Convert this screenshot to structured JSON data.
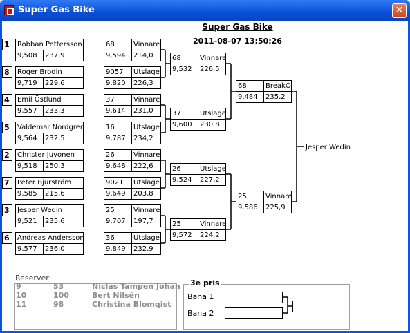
{
  "window": {
    "title": "Super Gas Bike",
    "close_glyph": "✕"
  },
  "header": {
    "title": "Super Gas Bike",
    "datetime": "2011-08-07 13:50:26"
  },
  "round1": [
    {
      "seed": "1",
      "name": "Robban Pettersson",
      "v1": "9,508",
      "v2": "237,9"
    },
    {
      "seed": "8",
      "name": "Roger Brodin",
      "v1": "9,719",
      "v2": "229,6"
    },
    {
      "seed": "4",
      "name": "Emil Östlund",
      "v1": "9,557",
      "v2": "233,3"
    },
    {
      "seed": "5",
      "name": "Valdemar Nordgren",
      "v1": "9,564",
      "v2": "232,5"
    },
    {
      "seed": "2",
      "name": "Christer Juvonen",
      "v1": "9,518",
      "v2": "250,3"
    },
    {
      "seed": "7",
      "name": "Peter Bjurström",
      "v1": "9,585",
      "v2": "215,6"
    },
    {
      "seed": "3",
      "name": "Jesper Wedin",
      "v1": "9,521",
      "v2": "235,6"
    },
    {
      "seed": "6",
      "name": "Andreas Andersson",
      "v1": "9,577",
      "v2": "236,0"
    }
  ],
  "round2": [
    {
      "num": "68",
      "status": "Vinnare",
      "v1": "9,594",
      "v2": "214,0"
    },
    {
      "num": "9057",
      "status": "Utslagen",
      "v1": "9,820",
      "v2": "226,3"
    },
    {
      "num": "37",
      "status": "Vinnare",
      "v1": "9,614",
      "v2": "231,0"
    },
    {
      "num": "16",
      "status": "Utslagen",
      "v1": "9,787",
      "v2": "234,2"
    },
    {
      "num": "26",
      "status": "Vinnare",
      "v1": "9,648",
      "v2": "222,6"
    },
    {
      "num": "9021",
      "status": "Utslagen",
      "v1": "9,649",
      "v2": "203,8"
    },
    {
      "num": "25",
      "status": "Vinnare",
      "v1": "9,707",
      "v2": "197,7"
    },
    {
      "num": "36",
      "status": "Utslagen",
      "v1": "9,849",
      "v2": "232,9"
    }
  ],
  "round3": [
    {
      "num": "68",
      "status": "Vinnare",
      "v1": "9,532",
      "v2": "226,5"
    },
    {
      "num": "37",
      "status": "Utslagen",
      "v1": "9,600",
      "v2": "230,8"
    },
    {
      "num": "26",
      "status": "Utslagen",
      "v1": "9,524",
      "v2": "227,2"
    },
    {
      "num": "25",
      "status": "Vinnare",
      "v1": "9,572",
      "v2": "224,2"
    }
  ],
  "round4": [
    {
      "num": "68",
      "status": "BreakOut",
      "v1": "9,484",
      "v2": "235,2"
    },
    {
      "num": "25",
      "status": "Vinnare",
      "v1": "9,586",
      "v2": "225,9"
    }
  ],
  "winner": "Jesper Wedin",
  "reserves": {
    "label": "Reserver:",
    "rows": [
      {
        "pos": "9",
        "num": "53",
        "name": "Niclas Tampen Johan"
      },
      {
        "pos": "10",
        "num": "100",
        "name": "Bert Nilsén"
      },
      {
        "pos": "11",
        "num": "98",
        "name": "Christina Blomqist"
      }
    ]
  },
  "third_prize": {
    "label": "3e pris",
    "lane1": "Bana 1",
    "lane2": "Bana 2"
  }
}
